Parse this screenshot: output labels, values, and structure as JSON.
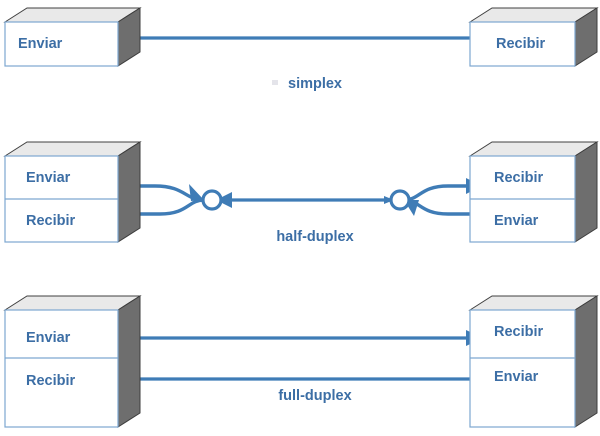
{
  "diagram": {
    "title_text": "",
    "colors": {
      "line": "#3f7cb6",
      "text": "#3c6ea5",
      "box_front": "#ffffff",
      "box_top": "#e9e9e9",
      "box_side": "#6e6e6e",
      "box_outline": "#7da7d0"
    },
    "sections": [
      {
        "id": "simplex",
        "mode_label": "simplex",
        "left_box": {
          "compartments": [
            "Enviar"
          ]
        },
        "right_box": {
          "compartments": [
            "Recibir"
          ]
        },
        "connections": [
          {
            "from": "Enviar",
            "to": "Recibir",
            "direction": "left-to-right",
            "style": "straight"
          }
        ]
      },
      {
        "id": "half-duplex",
        "mode_label": "half-duplex",
        "left_box": {
          "compartments": [
            "Enviar",
            "Recibir"
          ]
        },
        "right_box": {
          "compartments": [
            "Recibir",
            "Enviar"
          ]
        },
        "connections": [
          {
            "from": "Enviar",
            "to": "junction-left",
            "direction": "left-to-right",
            "style": "curve"
          },
          {
            "from": "junction-left",
            "to": "Recibir",
            "direction": "right-to-left",
            "style": "curve"
          },
          {
            "from": "junction-right",
            "to": "junction-left",
            "direction": "right-to-left",
            "style": "straight"
          },
          {
            "from": "junction-right",
            "to": "Recibir",
            "direction": "left-to-right",
            "style": "curve"
          },
          {
            "from": "Enviar",
            "to": "junction-right",
            "direction": "right-to-left",
            "style": "curve"
          }
        ],
        "junctions": 2
      },
      {
        "id": "full-duplex",
        "mode_label": "full-duplex",
        "left_box": {
          "compartments": [
            "Enviar",
            "Recibir"
          ]
        },
        "right_box": {
          "compartments": [
            "Recibir",
            "Enviar"
          ]
        },
        "connections": [
          {
            "from": "Enviar",
            "to": "Recibir",
            "direction": "left-to-right",
            "style": "straight"
          },
          {
            "from": "Enviar",
            "to": "Recibir",
            "direction": "right-to-left",
            "style": "straight"
          }
        ]
      }
    ]
  }
}
